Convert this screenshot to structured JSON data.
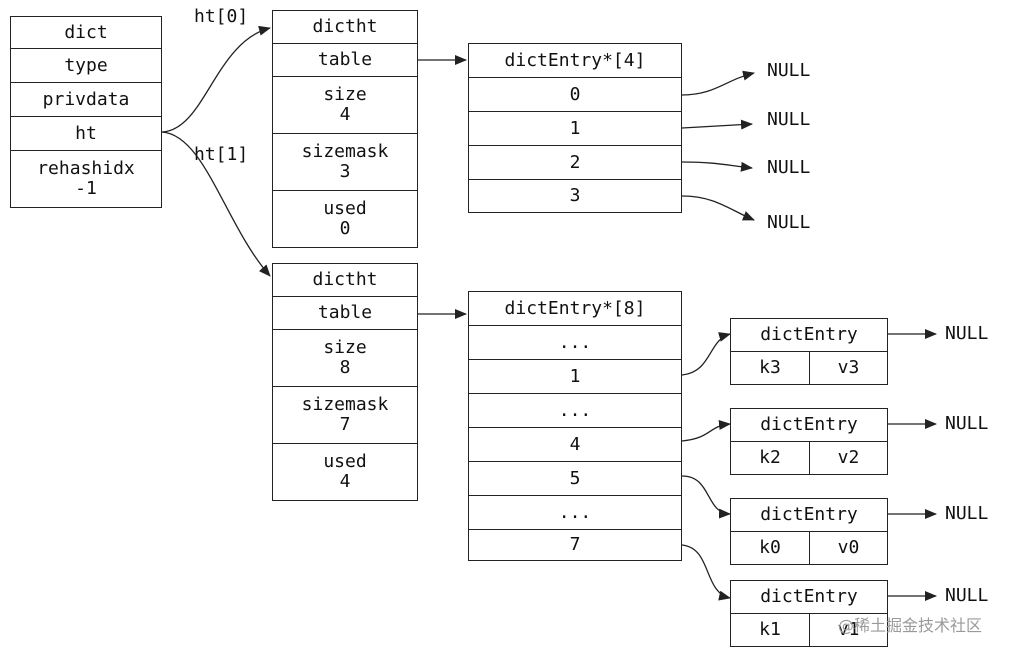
{
  "dict": {
    "title": "dict",
    "type": "type",
    "privdata": "privdata",
    "ht": "ht",
    "rehashidx": "rehashidx\n-1"
  },
  "pointers": {
    "ht0": "ht[0]",
    "ht1": "ht[1]"
  },
  "ht0": {
    "title": "dictht",
    "table": "table",
    "size": "size\n4",
    "sizemask": "sizemask\n3",
    "used": "used\n0"
  },
  "ht1": {
    "title": "dictht",
    "table": "table",
    "size": "size\n8",
    "sizemask": "sizemask\n7",
    "used": "used\n4"
  },
  "array0": {
    "title": "dictEntry*[4]",
    "slots": [
      "0",
      "1",
      "2",
      "3"
    ]
  },
  "array1": {
    "title": "dictEntry*[8]",
    "slots": [
      "...",
      "1",
      "...",
      "4",
      "5",
      "...",
      "7"
    ]
  },
  "null_label": "NULL",
  "entries": [
    {
      "title": "dictEntry",
      "key": "k3",
      "value": "v3"
    },
    {
      "title": "dictEntry",
      "key": "k2",
      "value": "v2"
    },
    {
      "title": "dictEntry",
      "key": "k0",
      "value": "v0"
    },
    {
      "title": "dictEntry",
      "key": "k1",
      "value": "v1"
    }
  ],
  "watermark": "@稀土掘金技术社区"
}
